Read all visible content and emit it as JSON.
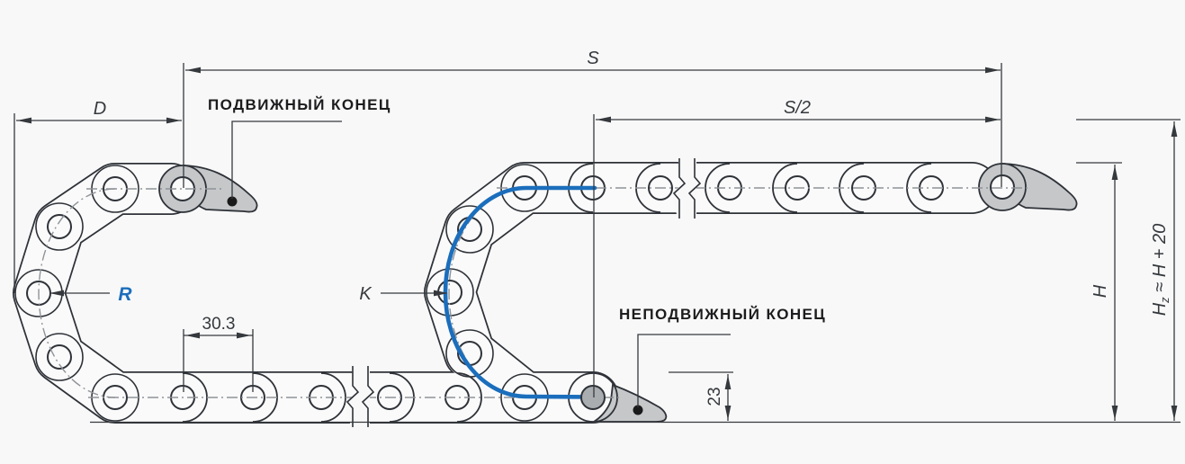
{
  "labels": {
    "travel_s": "S",
    "travel_half": "S/2",
    "dim_d": "D",
    "radius_r": "R",
    "dim_k": "K",
    "pitch": "30.3",
    "fixed_height": "23",
    "height_h": "H",
    "hz_h": "H",
    "hz_sub": "z",
    "hz_rest": " ≈ H + 20",
    "movable_end": "ПОДВИЖНЫЙ КОНЕЦ",
    "fixed_end": "НЕПОДВИЖНЫЙ КОНЕЦ"
  },
  "colors": {
    "background": "#f8f8f8",
    "outline": "#2e3238",
    "fill": "#fafafa",
    "bracket": "#c5c7c9",
    "hole_fill": "#a9adb0",
    "centerline": "#8f9398",
    "blue": "#1b6ebc",
    "dim": "#35393d",
    "dot": "#1a1a1a",
    "text": "#1c1c1e"
  }
}
